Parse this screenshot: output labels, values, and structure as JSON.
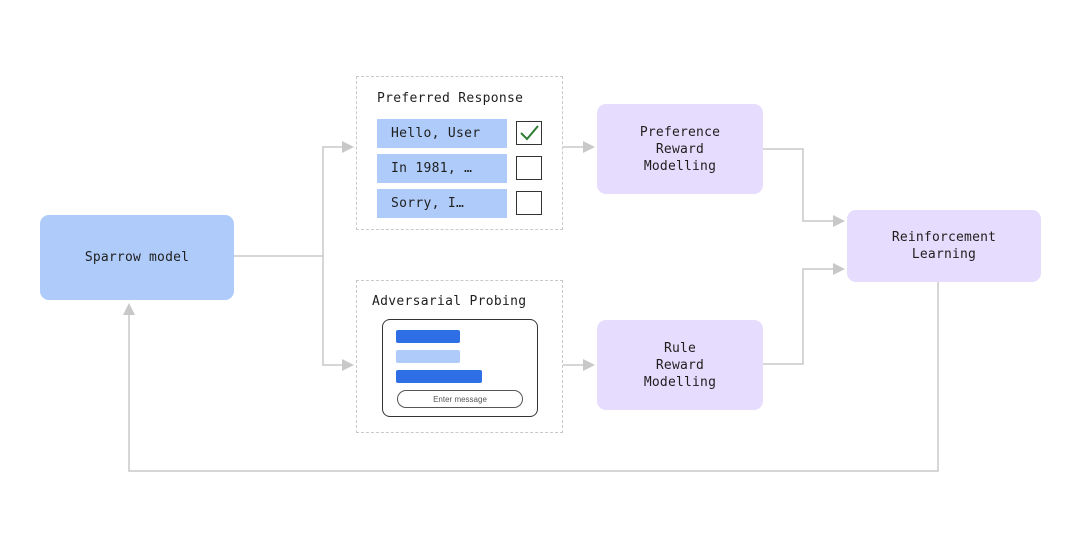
{
  "nodes": {
    "sparrow": "Sparrow model",
    "preference_rm": "Preference\nReward\nModelling",
    "rule_rm": "Rule\nReward\nModelling",
    "rl": "Reinforcement\nLearning"
  },
  "preferred_panel": {
    "title": "Preferred Response",
    "responses": [
      {
        "text": "Hello, User",
        "checked": true
      },
      {
        "text": "In 1981, …",
        "checked": false
      },
      {
        "text": "Sorry, I…",
        "checked": false
      }
    ]
  },
  "adversarial_panel": {
    "title": "Adversarial Probing",
    "input_placeholder": "Enter message"
  },
  "colors": {
    "blue_node": "#aecbfa",
    "purple_node": "#e6dcfd",
    "dark_bar": "#2f6fe6",
    "light_bar": "#aecbfa",
    "check": "#2e7d32",
    "wire": "#c8c8c8"
  }
}
